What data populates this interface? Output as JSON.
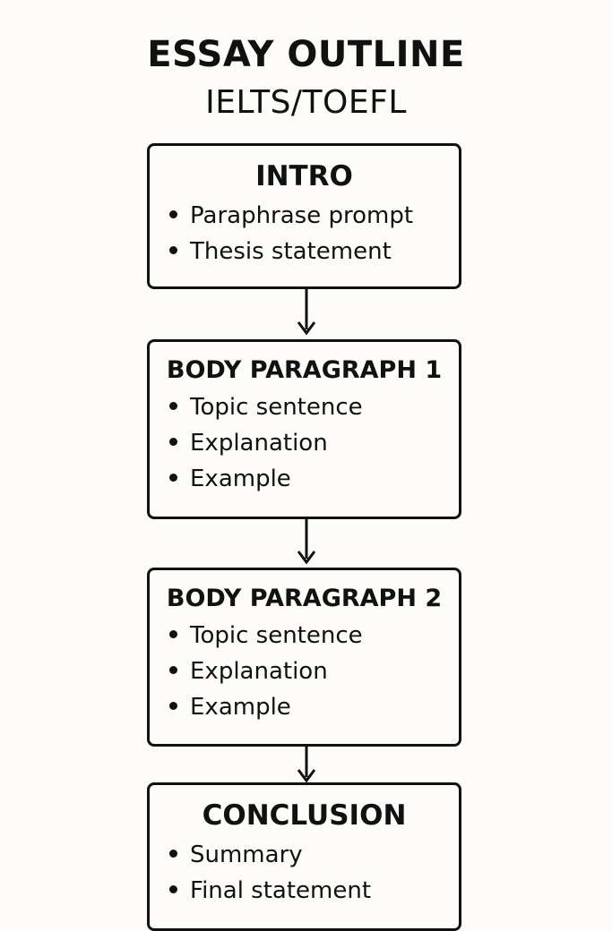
{
  "title": "ESSAY OUTLINE",
  "subtitle": "IELTS/TOEFL",
  "sections": [
    {
      "heading": "INTRO",
      "bullets": [
        "Paraphrase prompt",
        "Thesis statement"
      ]
    },
    {
      "heading": "BODY PARAGRAPH 1",
      "bullets": [
        "Topic sentence",
        "Explanation",
        "Example"
      ]
    },
    {
      "heading": "BODY PARAGRAPH 2",
      "bullets": [
        "Topic sentence",
        "Explanation",
        "Example"
      ]
    },
    {
      "heading": "CONCLUSION",
      "bullets": [
        "Summary",
        "Final statement"
      ]
    }
  ]
}
